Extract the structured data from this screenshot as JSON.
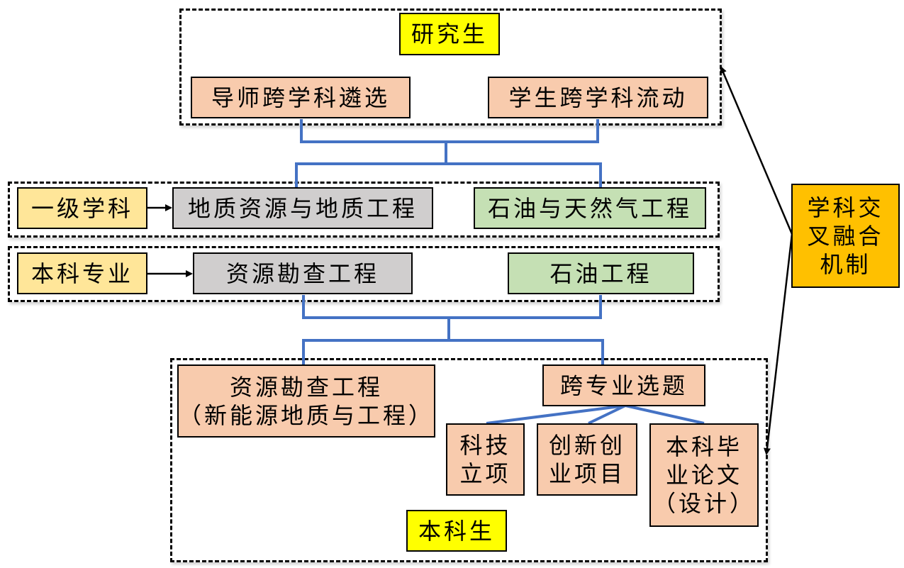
{
  "graduate_group": {
    "label": "研究生",
    "items": [
      "导师跨学科遴选",
      "学生跨学科流动"
    ]
  },
  "first_level_discipline": {
    "label": "一级学科",
    "items": [
      "地质资源与地质工程",
      "石油与天然气工程"
    ]
  },
  "undergrad_major": {
    "label": "本科专业",
    "items": [
      "资源勘查工程",
      "石油工程"
    ]
  },
  "undergrad_group": {
    "label": "本科生",
    "major_box": [
      "资源勘查工程",
      "（新能源地质与工程）"
    ],
    "cross_topic": "跨专业选题",
    "sub_items": [
      [
        "科技",
        "立项"
      ],
      [
        "创新创",
        "业项目"
      ],
      [
        "本科毕",
        "业论文",
        "（设计）"
      ]
    ]
  },
  "mechanism": {
    "lines": [
      "学科交",
      "叉融合",
      "机制"
    ]
  },
  "colors": {
    "connector": "#4472c4",
    "peach": "#f8cbad",
    "gray": "#d0cece",
    "green": "#c5e0b4",
    "yellow": "#ffff00",
    "light_gold": "#ffe699",
    "gold": "#ffc000"
  }
}
